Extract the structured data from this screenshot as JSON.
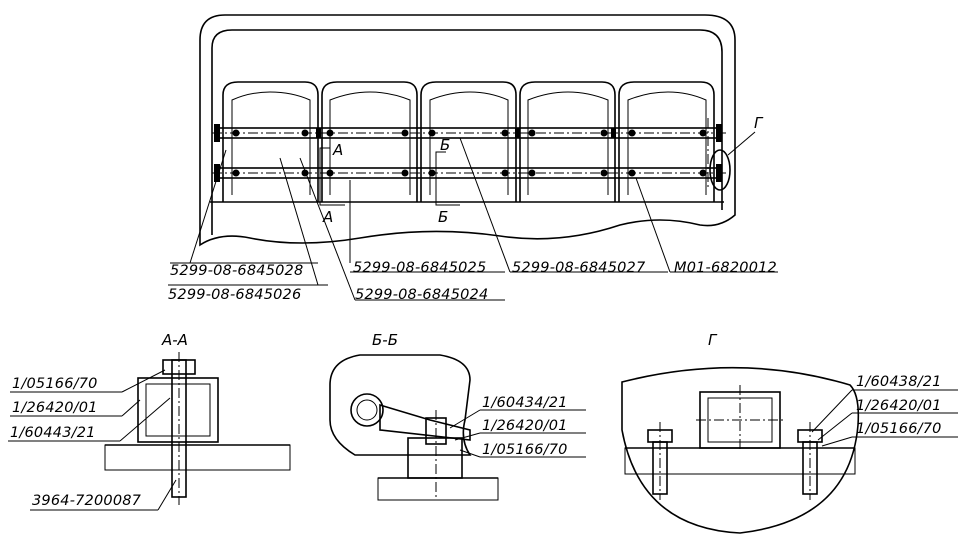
{
  "top_view": {
    "labels": {
      "l1": "5299-08-6845028",
      "l2": "5299-08-6845026",
      "l3": "5299-08-6845025",
      "l4": "5299-08-6845024",
      "l5": "5299-08-6845027",
      "l6": "М01-6820012"
    },
    "cut_marks": {
      "a": "А",
      "b": "Б",
      "g": "Г"
    }
  },
  "section_a": {
    "title": "А-А",
    "labels": [
      "1/05166/70",
      "1/26420/01",
      "1/60443/21",
      "3964-7200087"
    ]
  },
  "section_b": {
    "title": "Б-Б",
    "labels": [
      "1/60434/21",
      "1/26420/01",
      "1/05166/70"
    ]
  },
  "section_g": {
    "title": "Г",
    "labels": [
      "1/60438/21",
      "1/26420/01",
      "1/05166/70"
    ]
  }
}
